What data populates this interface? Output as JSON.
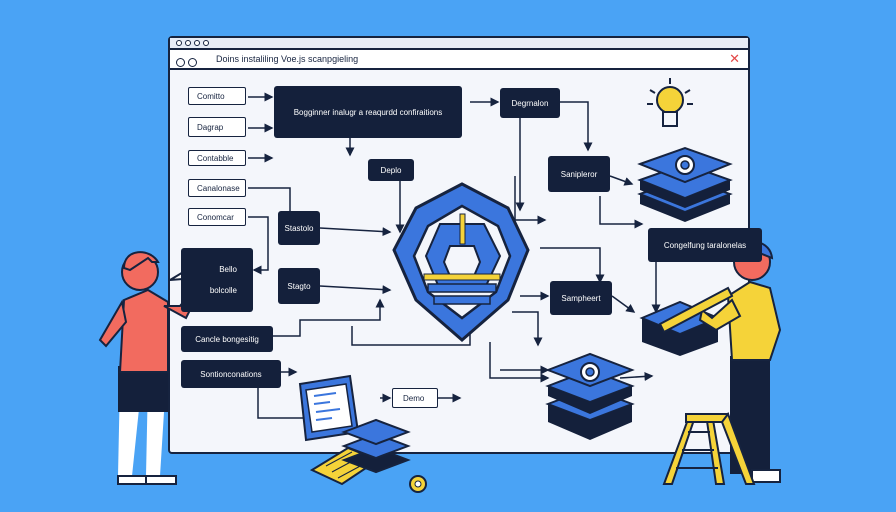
{
  "browser": {
    "address_text": "Doins instaliling Voe.js scanpgieling",
    "close_icon": "close-icon"
  },
  "boxes": {
    "left": [
      "Comitto",
      "Dagrap",
      "Contabble",
      "Canalonase",
      "Conomcar"
    ],
    "bello_lines": [
      "Bello",
      "bolcolle"
    ],
    "banner": "Bogginner inalugr a reaqurdd confiraitions",
    "deploy": "Deplo",
    "registration": "Degrnalon",
    "sample": "Sanipleror",
    "statistic": "Stastolo",
    "stage": "Stagto",
    "config": "Congelfung taralonelas",
    "shapshot": "Sampheert",
    "cancel": "Cancle bongesitig",
    "selection": "Sontionconations",
    "demo": "Demo"
  },
  "colors": {
    "background": "#4aa3f5",
    "navy": "#14203b",
    "blue": "#3b76dd",
    "yellow": "#f5d339",
    "shirt_coral": "#f26b5f"
  }
}
